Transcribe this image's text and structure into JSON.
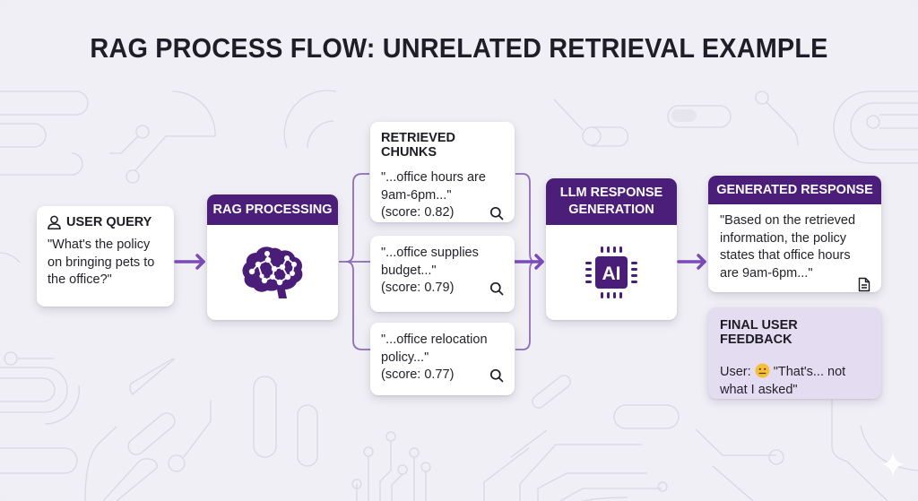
{
  "title": "RAG PROCESS FLOW: UNRELATED RETRIEVAL EXAMPLE",
  "colors": {
    "background": "#f0eff5",
    "header_purple": "#4b1e79",
    "arrow_purple": "#7b4bb8",
    "connector_purple": "#8e6cb8",
    "feedback_bg": "#e4dcf1"
  },
  "user_query": {
    "icon": "user-icon",
    "heading": "USER QUERY",
    "text": "\"What's the policy on bringing pets to the office?\""
  },
  "rag_processing": {
    "heading": "RAG PROCESSING",
    "icon": "brain-network-icon"
  },
  "retrieved_chunks": {
    "heading": "RETRIEVED CHUNKS",
    "items": [
      {
        "text": "\"...office hours are 9am-6pm...\"",
        "score": "(score: 0.82)",
        "icon": "search-icon"
      },
      {
        "text": "\"...office supplies budget...\"",
        "score": "(score: 0.79)",
        "icon": "search-icon"
      },
      {
        "text": "\"...office relocation policy...\"",
        "score": "(score: 0.77)",
        "icon": "search-icon"
      }
    ]
  },
  "llm_generation": {
    "heading_line1": "LLM RESPONSE",
    "heading_line2": "GENERATION",
    "icon": "ai-chip-icon",
    "icon_label": "AI"
  },
  "generated_response": {
    "heading": "GENERATED RESPONSE",
    "text": "\"Based on the retrieved information, the policy states that office hours are 9am-6pm...\"",
    "icon": "document-icon"
  },
  "final_feedback": {
    "heading": "FINAL USER FEEDBACK",
    "prefix": "User:",
    "emoji": "neutral-face-icon",
    "quote": "\"That's... not what I asked\""
  }
}
